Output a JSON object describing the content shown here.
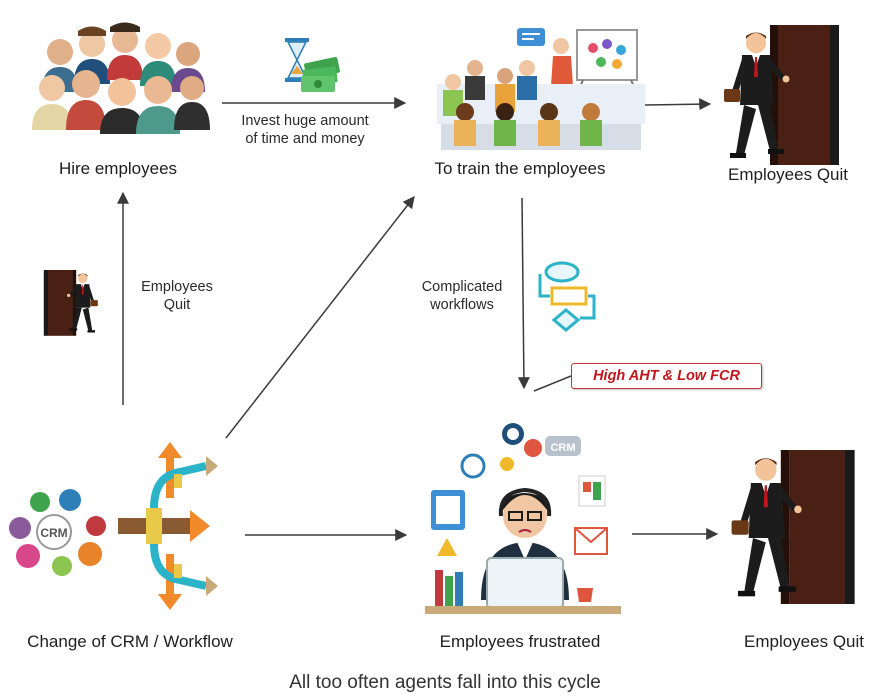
{
  "nodes": {
    "hire": "Hire employees",
    "train": "To train the employees",
    "quit_top": "Employees Quit",
    "change": "Change of CRM / Workflow",
    "frustrated": "Employees frustrated",
    "quit_bottom": "Employees Quit"
  },
  "edges": {
    "invest_line1": "Invest huge amount",
    "invest_line2": "of time and money",
    "quit_line1": "Employees",
    "quit_line2": "Quit",
    "complicated_line1": "Complicated",
    "complicated_line2": "workflows"
  },
  "callout": "High AHT & Low FCR",
  "icon_text": {
    "crm_badge": "CRM",
    "crm_gear": "CRM"
  },
  "caption": "All too often agents fall into this cycle",
  "icons": [
    "team-group-icon",
    "hourglass-money-icon",
    "training-classroom-icon",
    "businessman-exit-door-icon",
    "workflow-chart-icon",
    "crm-gears-icon",
    "multi-direction-arrows-icon",
    "frustrated-agent-icon"
  ],
  "colors": {
    "arrow": "#3a3a3a",
    "callout_text": "#c0171f",
    "door": "#4a1f14",
    "suit": "#1c1c1c"
  }
}
